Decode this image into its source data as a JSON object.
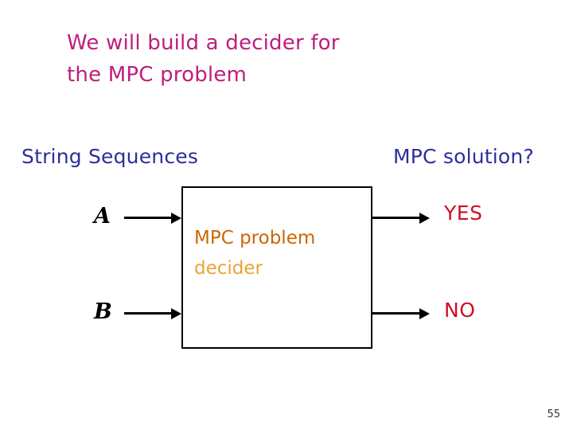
{
  "slide": {
    "title": "We will build a decider for\nthe MPC problem",
    "page_number": "55",
    "colors": {
      "title": "#BE1E7C",
      "header": "#2E2E9C",
      "decider_line1": "#CC6607",
      "decider_line2": "#E8A434",
      "output": "#CC1122",
      "box_border": "#000000",
      "background": "#FFFFFF"
    }
  },
  "diagram": {
    "left_header": "String Sequences",
    "right_header": "MPC solution?",
    "box": {
      "label_line1": "MPC problem",
      "label_line2": "decider"
    },
    "inputs": [
      {
        "label": "A"
      },
      {
        "label": "B"
      }
    ],
    "outputs": [
      {
        "label": "YES"
      },
      {
        "label": "NO"
      }
    ]
  }
}
